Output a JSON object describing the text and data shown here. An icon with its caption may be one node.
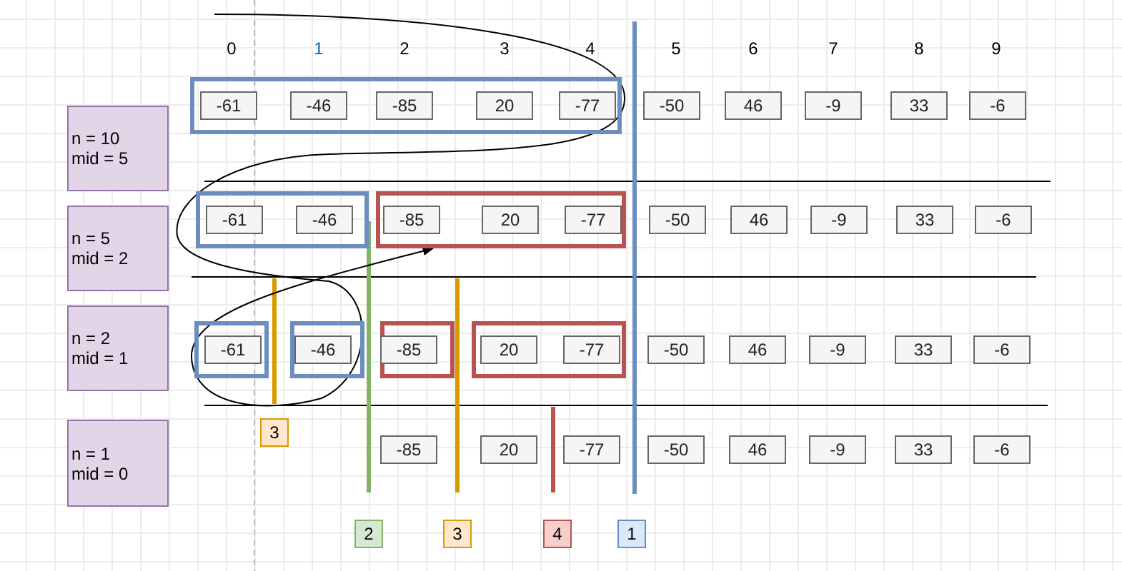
{
  "diagram": {
    "nodes": [
      {
        "text": [
          "n = 10",
          "mid = 5"
        ]
      },
      {
        "text": [],
        "shape": "box"
      },
      {
        "text": [
          "-61"
        ],
        "in": 1
      },
      {
        "text": [
          "-46"
        ],
        "in": 1
      },
      {
        "text": [
          "-85"
        ],
        "in": 1
      },
      {
        "text": [
          "20"
        ],
        "in": 1
      },
      {
        "text": [
          "-77"
        ],
        "in": 1
      },
      {
        "text": [
          "-50"
        ]
      },
      {
        "text": [
          "46"
        ]
      },
      {
        "text": [
          "-9"
        ]
      },
      {
        "text": [
          "33"
        ]
      },
      {
        "text": [
          "-6"
        ]
      },
      {
        "text": [
          "n = 5",
          "mid = 2"
        ]
      },
      {
        "text": [],
        "shape": "box"
      },
      {
        "text": [
          "-61"
        ],
        "in": 13
      },
      {
        "text": [
          "-46"
        ],
        "in": 13
      },
      {
        "text": [],
        "shape": "box"
      },
      {
        "text": [
          "-85"
        ],
        "in": 16
      },
      {
        "text": [
          "20"
        ],
        "in": 16
      },
      {
        "text": [
          "-77"
        ],
        "in": 16
      },
      {
        "text": [
          "-50"
        ]
      },
      {
        "text": [
          "46"
        ]
      },
      {
        "text": [
          "-9"
        ]
      },
      {
        "text": [
          "33"
        ]
      },
      {
        "text": [
          "-6"
        ]
      },
      {
        "text": [
          "n = 2",
          "mid = 1"
        ]
      },
      {
        "text": [],
        "shape": "box"
      },
      {
        "text": [
          "-61"
        ],
        "in": 26
      },
      {
        "text": [],
        "shape": "box"
      },
      {
        "text": [
          "-46"
        ],
        "in": 28
      },
      {
        "text": [],
        "shape": "box"
      },
      {
        "text": [
          "-85"
        ],
        "in": 30
      },
      {
        "text": [],
        "shape": "box"
      },
      {
        "text": [
          "20"
        ],
        "in": 32
      },
      {
        "text": [
          "-77"
        ],
        "in": 32
      },
      {
        "text": [
          "-50"
        ]
      },
      {
        "text": [
          "46"
        ]
      },
      {
        "text": [
          "-9"
        ]
      },
      {
        "text": [
          "33"
        ]
      },
      {
        "text": [
          "-6"
        ]
      },
      {
        "text": [
          "n = 1",
          "mid = 0"
        ]
      },
      {
        "text": [
          "-85"
        ]
      },
      {
        "text": [
          "20"
        ]
      },
      {
        "text": [
          "-77"
        ]
      },
      {
        "text": [
          "-50"
        ]
      },
      {
        "text": [
          "46"
        ]
      },
      {
        "text": [
          "-9"
        ]
      },
      {
        "text": [
          "33"
        ]
      },
      {
        "text": [
          "-6"
        ]
      },
      {
        "text": [
          "3"
        ]
      },
      {
        "text": [
          "2"
        ]
      },
      {
        "text": [
          "3"
        ]
      },
      {
        "text": [
          "4"
        ]
      },
      {
        "text": [
          "1"
        ]
      }
    ],
    "edges": [
      {
        "from": null,
        "to": 16,
        "arrow": "to"
      }
    ],
    "labels": [
      "0",
      "1",
      "2",
      "3",
      "4",
      "5",
      "6",
      "7",
      "8",
      "9"
    ]
  }
}
